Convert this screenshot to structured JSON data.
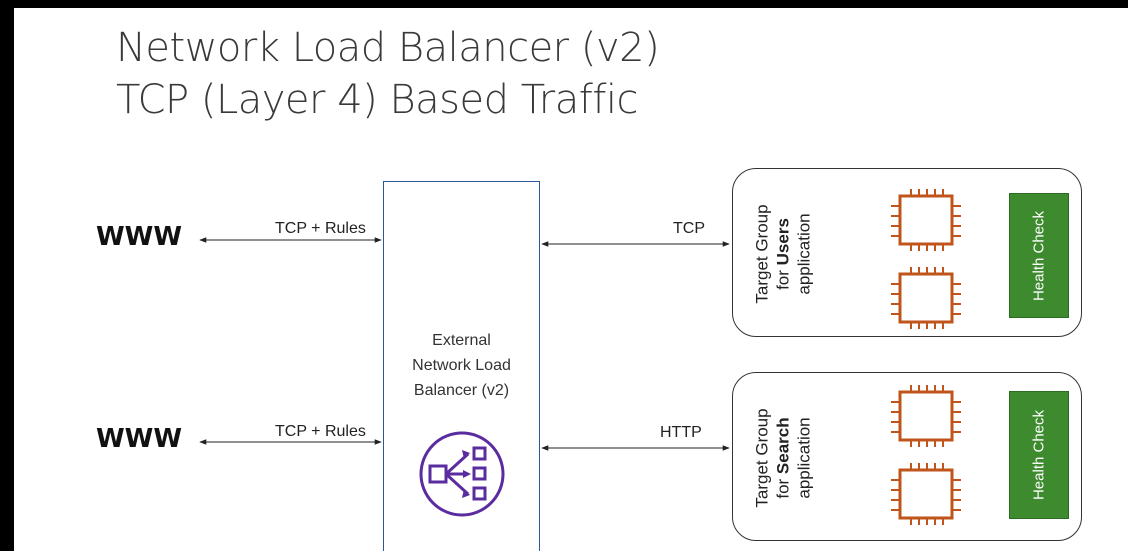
{
  "title": {
    "line1": "Network Load Balancer (v2)",
    "line2": "TCP (Layer 4) Based Traffic"
  },
  "clients": [
    {
      "label": "WWW",
      "edge_label": "TCP + Rules"
    },
    {
      "label": "WWW",
      "edge_label": "TCP + Rules"
    }
  ],
  "load_balancer": {
    "line1": "External",
    "line2": "Network Load",
    "line3": "Balancer (v2)",
    "icon": "network-load-balancer-icon"
  },
  "target_groups": [
    {
      "edge_label": "TCP",
      "line1": "Target Group",
      "line2_prefix": "for ",
      "line2_bold": "Users",
      "line3": "application",
      "health_check": "Health Check",
      "icons": [
        "ec2-instance-icon",
        "ec2-instance-icon"
      ]
    },
    {
      "edge_label": "HTTP",
      "line1": "Target Group",
      "line2_prefix": "for ",
      "line2_bold": "Search",
      "line3": "application",
      "health_check": "Health Check",
      "icons": [
        "ec2-instance-icon",
        "ec2-instance-icon"
      ]
    }
  ],
  "colors": {
    "nlb_border": "#2b5797",
    "nlb_icon": "#5a2ca0",
    "instance": "#c0541b",
    "health_check": "#3d8b2e"
  }
}
